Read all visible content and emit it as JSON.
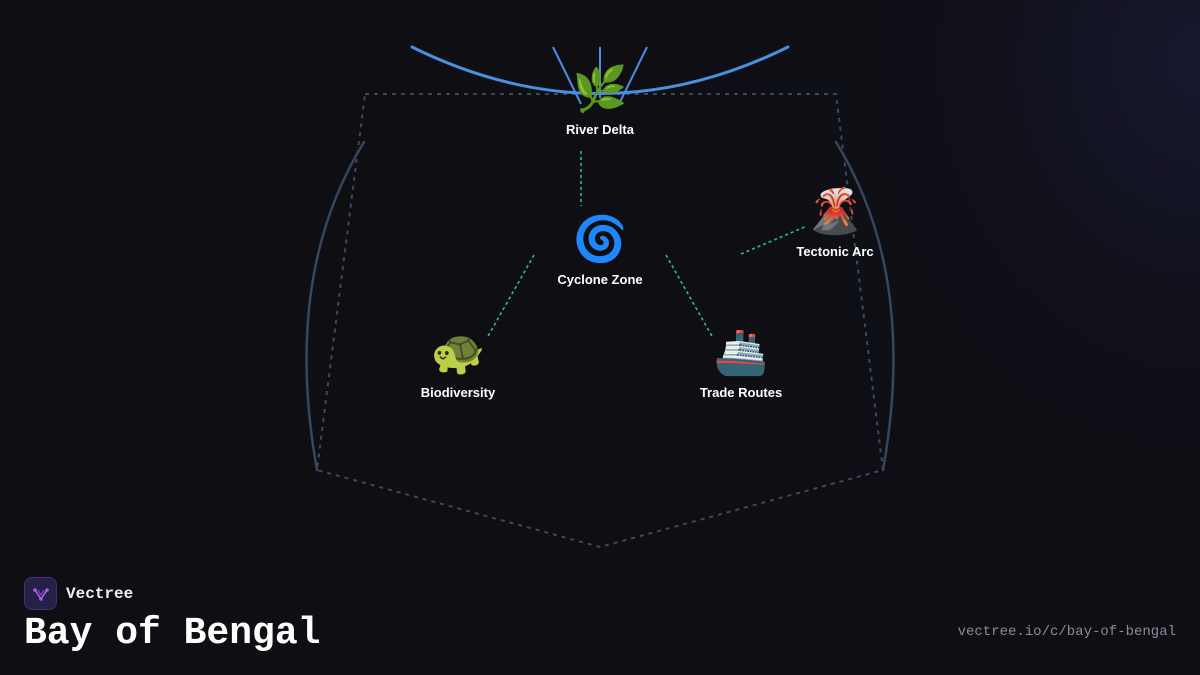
{
  "brand": {
    "name": "Vectree",
    "logo_icon": "vectree-logo-icon",
    "logo_color": "#a95fe0"
  },
  "title": "Bay of Bengal",
  "url": "vectree.io/c/bay-of-bengal",
  "diagram": {
    "nodes": [
      {
        "id": "river-delta",
        "label": "River Delta",
        "emoji": "🌿",
        "icon": "plant-icon"
      },
      {
        "id": "cyclone-zone",
        "label": "Cyclone Zone",
        "emoji": "🌀",
        "icon": "cyclone-icon"
      },
      {
        "id": "tectonic-arc",
        "label": "Tectonic Arc",
        "emoji": "🌋",
        "icon": "volcano-icon"
      },
      {
        "id": "biodiversity",
        "label": "Biodiversity",
        "emoji": "🐢",
        "icon": "turtle-icon"
      },
      {
        "id": "trade-routes",
        "label": "Trade Routes",
        "emoji": "🚢",
        "icon": "ship-icon"
      }
    ],
    "edges": [
      {
        "from": "river-delta",
        "to": "cyclone-zone"
      },
      {
        "from": "cyclone-zone",
        "to": "biodiversity"
      },
      {
        "from": "cyclone-zone",
        "to": "trade-routes"
      },
      {
        "from": "cyclone-zone",
        "to": "tectonic-arc"
      }
    ],
    "colors": {
      "edge": "#2bbf8e",
      "outline": "#3a4a60",
      "arc": "#4a8fe0"
    }
  }
}
